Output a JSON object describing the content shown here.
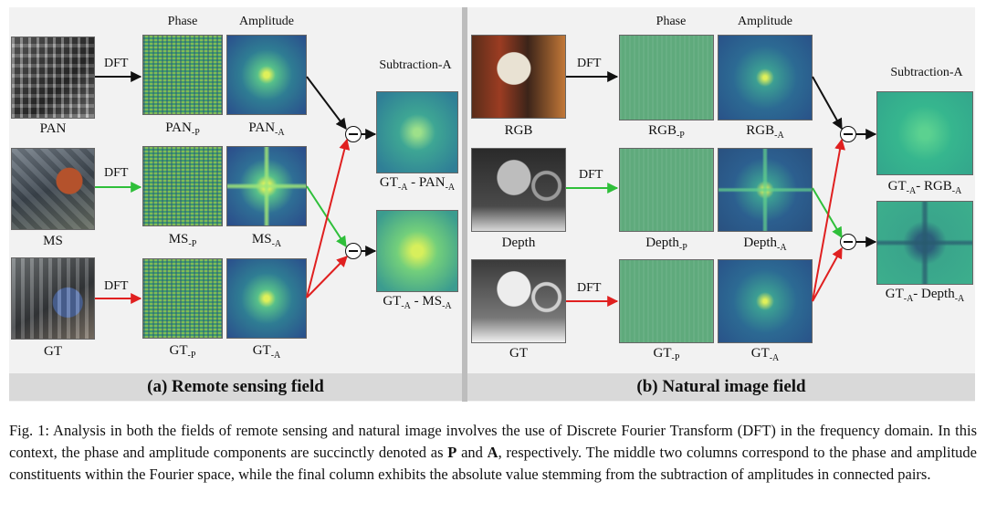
{
  "panel_a": {
    "headers": {
      "phase": "Phase",
      "amplitude": "Amplitude",
      "subtraction": "Subtraction-A"
    },
    "dft_label": "DFT",
    "rows": [
      {
        "input": "PAN",
        "phase_base": "PAN",
        "phase_sub": "-P",
        "amp_base": "PAN",
        "amp_sub": "-A"
      },
      {
        "input": "MS",
        "phase_base": "MS",
        "phase_sub": "-P",
        "amp_base": "MS",
        "amp_sub": "-A"
      },
      {
        "input": "GT",
        "phase_base": "GT",
        "phase_sub": "-P",
        "amp_base": "GT",
        "amp_sub": "-A"
      }
    ],
    "subtraction": [
      {
        "a_base": "GT",
        "a_sub": "-A",
        "mid": " - PAN",
        "b_sub": "-A"
      },
      {
        "a_base": "GT",
        "a_sub": "-A",
        "mid": " - MS",
        "b_sub": "-A"
      }
    ],
    "title": "(a) Remote sensing field"
  },
  "panel_b": {
    "headers": {
      "phase": "Phase",
      "amplitude": "Amplitude",
      "subtraction": "Subtraction-A"
    },
    "dft_label": "DFT",
    "rows": [
      {
        "input": "RGB",
        "phase_base": "RGB",
        "phase_sub": "-P",
        "amp_base": "RGB",
        "amp_sub": "-A"
      },
      {
        "input": "Depth",
        "phase_base": "Depth",
        "phase_sub": "-P",
        "amp_base": "Depth",
        "amp_sub": "-A"
      },
      {
        "input": "GT",
        "phase_base": "GT",
        "phase_sub": "-P",
        "amp_base": "GT",
        "amp_sub": "-A"
      }
    ],
    "subtraction": [
      {
        "a_base": "GT",
        "a_sub": "-A",
        "mid": "- RGB",
        "b_sub": "-A"
      },
      {
        "a_base": "GT",
        "a_sub": "-A",
        "mid": "- Depth",
        "b_sub": "-A"
      }
    ],
    "title": "(b) Natural image field"
  },
  "caption": {
    "part1": "Fig. 1: Analysis in both the fields of remote sensing and natural image involves the use of Discrete Fourier Transform (DFT) in the frequency domain. In this context, the phase and amplitude components are succinctly denoted as ",
    "bold_p": "P",
    "and": " and ",
    "bold_a": "A",
    "part2": ", respectively. The middle two columns correspond to the phase and amplitude constituents within the Fourier space, while the final column exhibits the absolute value stemming from the subtraction of amplitudes in connected pairs."
  },
  "colors": {
    "arrow_black": "#111111",
    "arrow_green": "#2fbf3a",
    "arrow_red": "#e02020"
  }
}
